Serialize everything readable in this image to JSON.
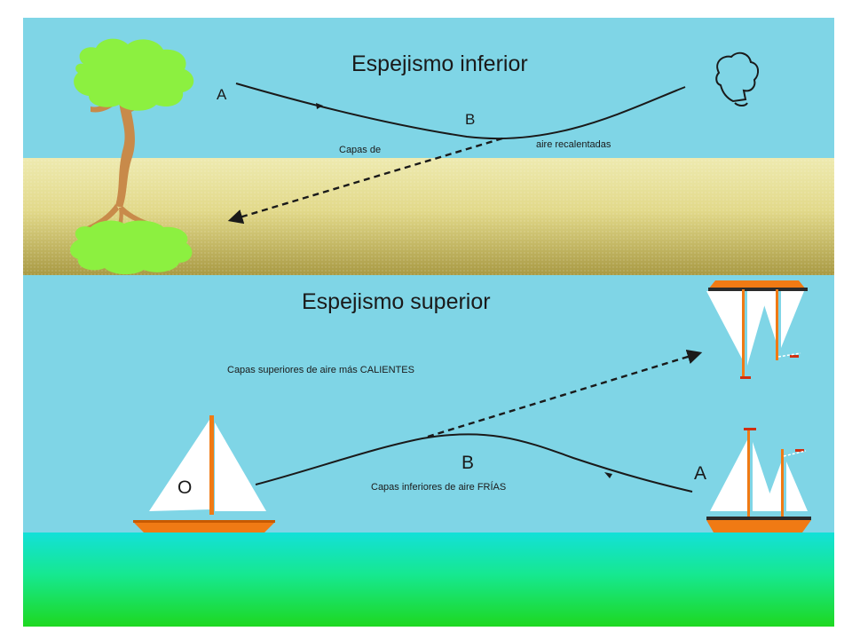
{
  "inferior": {
    "title": "Espejismo inferior",
    "label_a": "A",
    "label_b": "B",
    "caption_left": "Capas de",
    "caption_right": "aire recalentadas"
  },
  "superior": {
    "title": "Espejismo superior",
    "caption_top": "Capas superiores de aire más CALIENTES",
    "caption_bottom": "Capas inferiores de aire FRÍAS",
    "label_o": "O",
    "label_b": "B",
    "label_a": "A"
  },
  "colors": {
    "sky": "#7fd5e6",
    "sand": "#e6e08f",
    "sand_dark": "#b0a24a",
    "tree_foliage": "#8cf040",
    "trunk": "#c88a4a",
    "boat_hull": "#f07a14",
    "sail": "#ffffff",
    "sea_top": "#13e8c8",
    "sea_bottom": "#20e020",
    "ray": "#1a1a1a"
  },
  "icons": [
    "tree-icon",
    "tree-reflection-icon",
    "observer-head-icon",
    "sailboat-o-icon",
    "sailboat-a-icon",
    "sailboat-image-inverted-icon"
  ]
}
